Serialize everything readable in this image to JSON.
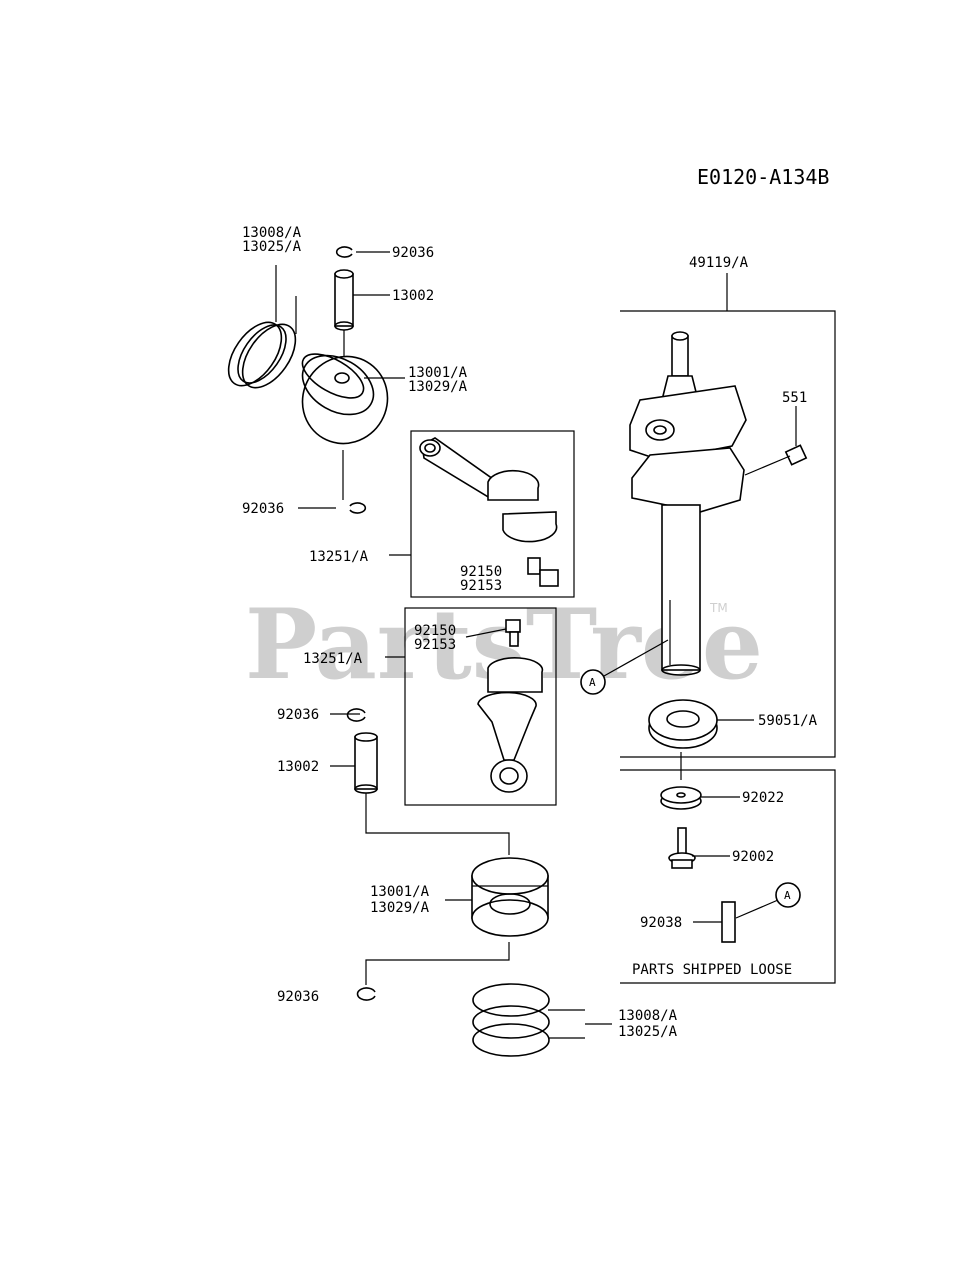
{
  "diagram_code": "E0120-A134B",
  "watermark": {
    "text": "PartsTree",
    "trademark": "TM"
  },
  "callouts": {
    "ref_a": "A",
    "ref_b": "A"
  },
  "labels": {
    "ring_top_a": "13008/A",
    "ring_top_b": "13025/A",
    "clip_top_1": "92036",
    "pin_top": "13002",
    "piston_top_a": "13001/A",
    "piston_top_b": "13029/A",
    "clip_top_2": "92036",
    "rod_top": "13251/A",
    "bolt_top_a": "92150",
    "bolt_top_b": "92153",
    "bolt_bot_a": "92150",
    "bolt_bot_b": "92153",
    "rod_bot": "13251/A",
    "clip_bot_1": "92036",
    "pin_bot": "13002",
    "piston_bot_a": "13001/A",
    "piston_bot_b": "13029/A",
    "clip_bot_2": "92036",
    "ring_bot_a": "13008/A",
    "ring_bot_b": "13025/A",
    "crankshaft": "49119/A",
    "plug": "551",
    "gear": "59051/A",
    "washer": "92022",
    "bolt_crank": "92002",
    "key": "92038",
    "loose_note": "PARTS SHIPPED LOOSE"
  }
}
